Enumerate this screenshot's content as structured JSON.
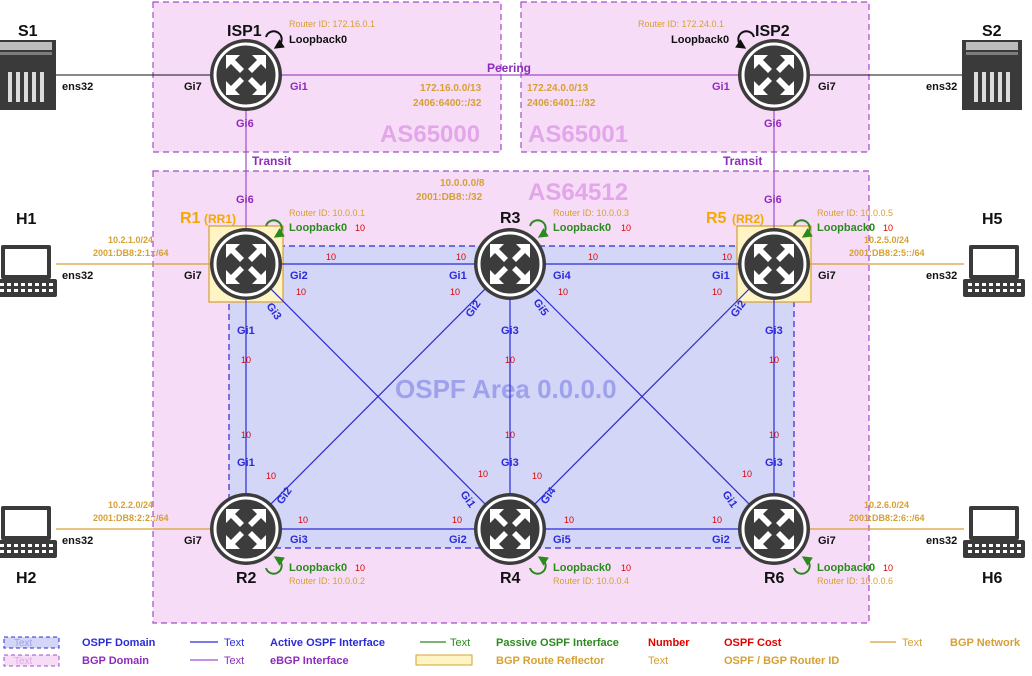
{
  "domains": {
    "as65000": "AS65000",
    "as65001": "AS65001",
    "as64512": "AS64512",
    "ospf_area": "OSPF Area 0.0.0.0"
  },
  "bgp": {
    "peering": "Peering",
    "transit": "Transit",
    "isp1_prefix_v4": "172.16.0.0/13",
    "isp1_prefix_v6": "2406:6400::/32",
    "isp2_prefix_v4": "172.24.0.0/13",
    "isp2_prefix_v6": "2406:6401::/32",
    "as64512_prefix_v4": "10.0.0.0/8",
    "as64512_prefix_v6": "2001:DB8::/32"
  },
  "routers": {
    "isp1": {
      "name": "ISP1",
      "router_id": "Router ID: 172.16.0.1",
      "loopback": "Loopback0"
    },
    "isp2": {
      "name": "ISP2",
      "router_id": "Router ID: 172.24.0.1",
      "loopback": "Loopback0"
    },
    "r1": {
      "name": "R1",
      "rr": "(RR1)",
      "router_id": "Router ID: 10.0.0.1",
      "loopback": "Loopback0"
    },
    "r2": {
      "name": "R2",
      "router_id": "Router ID: 10.0.0.2",
      "loopback": "Loopback0"
    },
    "r3": {
      "name": "R3",
      "router_id": "Router ID: 10.0.0.3",
      "loopback": "Loopback0"
    },
    "r4": {
      "name": "R4",
      "router_id": "Router ID: 10.0.0.4",
      "loopback": "Loopback0"
    },
    "r5": {
      "name": "R5",
      "rr": "(RR2)",
      "router_id": "Router ID: 10.0.0.5",
      "loopback": "Loopback0"
    },
    "r6": {
      "name": "R6",
      "router_id": "Router ID: 10.0.0.6",
      "loopback": "Loopback0"
    }
  },
  "hosts": {
    "s1": {
      "name": "S1",
      "iface": "ens32"
    },
    "s2": {
      "name": "S2",
      "iface": "ens32"
    },
    "h1": {
      "name": "H1",
      "iface": "ens32",
      "net_v4": "10.2.1.0/24",
      "net_v6": "2001:DB8:2:1::/64"
    },
    "h2": {
      "name": "H2",
      "iface": "ens32",
      "net_v4": "10.2.2.0/24",
      "net_v6": "2001:DB8:2:2::/64"
    },
    "h5": {
      "name": "H5",
      "iface": "ens32",
      "net_v4": "10.2.5.0/24",
      "net_v6": "2001:DB8:2:5::/64"
    },
    "h6": {
      "name": "H6",
      "iface": "ens32",
      "net_v4": "10.2.6.0/24",
      "net_v6": "2001:DB8:2:6::/64"
    }
  },
  "ifaces": {
    "gi1": "Gi1",
    "gi2": "Gi2",
    "gi3": "Gi3",
    "gi4": "Gi4",
    "gi5": "Gi5",
    "gi6": "Gi6",
    "gi7": "Gi7"
  },
  "cost": "10",
  "legend": {
    "swatch_text": "Text",
    "ospf_domain": "OSPF Domain",
    "bgp_domain": "BGP  Domain",
    "active_ospf": "Active OSPF Interface",
    "ebgp": "eBGP Interface",
    "passive_ospf": "Passive OSPF Interface",
    "route_reflector": "BGP Route Reflector",
    "number": "Number",
    "ospf_cost": "OSPF Cost",
    "bgp_network": "BGP Network",
    "router_id_label": "OSPF / BGP Router ID"
  },
  "colors": {
    "ospf_blue": "#2b2bd9",
    "ebgp_purple": "#a24dc8",
    "passive_green": "#2b8a1e",
    "cost_red": "#e00000",
    "bgp_orange": "#d6a033",
    "rr_label": "#f2a900",
    "bgp_domain_fill": "#f6dcf7",
    "ospf_domain_fill": "#d4d6f7"
  }
}
